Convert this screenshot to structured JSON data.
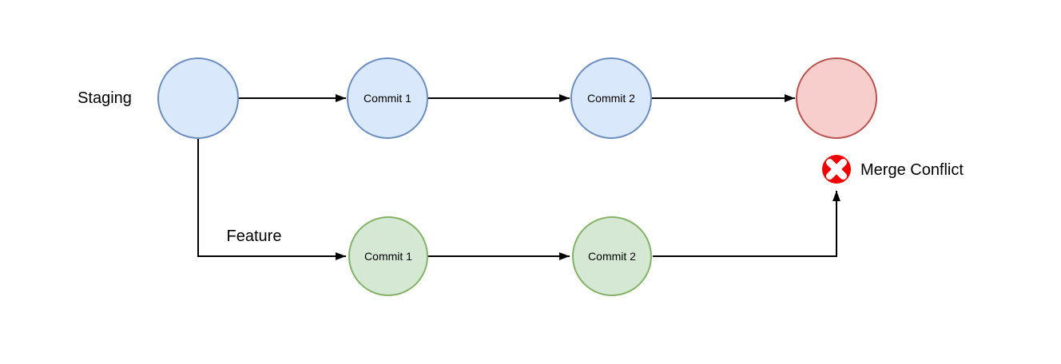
{
  "diagram": {
    "background": "#ffffff",
    "branches": {
      "staging": {
        "label": "Staging",
        "node_fill": "#dae8fc",
        "node_stroke": "#6c8ebf",
        "nodes": [
          {
            "id": "staging-start",
            "label": ""
          },
          {
            "id": "staging-commit-1",
            "label": "Commit 1"
          },
          {
            "id": "staging-commit-2",
            "label": "Commit 2"
          }
        ]
      },
      "feature": {
        "label": "Feature",
        "node_fill": "#d5e8d4",
        "node_stroke": "#82b366",
        "nodes": [
          {
            "id": "feature-commit-1",
            "label": "Commit 1"
          },
          {
            "id": "feature-commit-2",
            "label": "Commit 2"
          }
        ]
      }
    },
    "merge_node": {
      "id": "merge-result",
      "label": "",
      "fill": "#f8cecc",
      "stroke": "#b85450"
    },
    "conflict": {
      "label": "Merge Conflict",
      "label_color": "#990000",
      "icon": "error-x-icon",
      "icon_fill": "#f20000",
      "icon_cross_color": "#ffffff"
    },
    "edge": {
      "color": "#000000"
    }
  }
}
